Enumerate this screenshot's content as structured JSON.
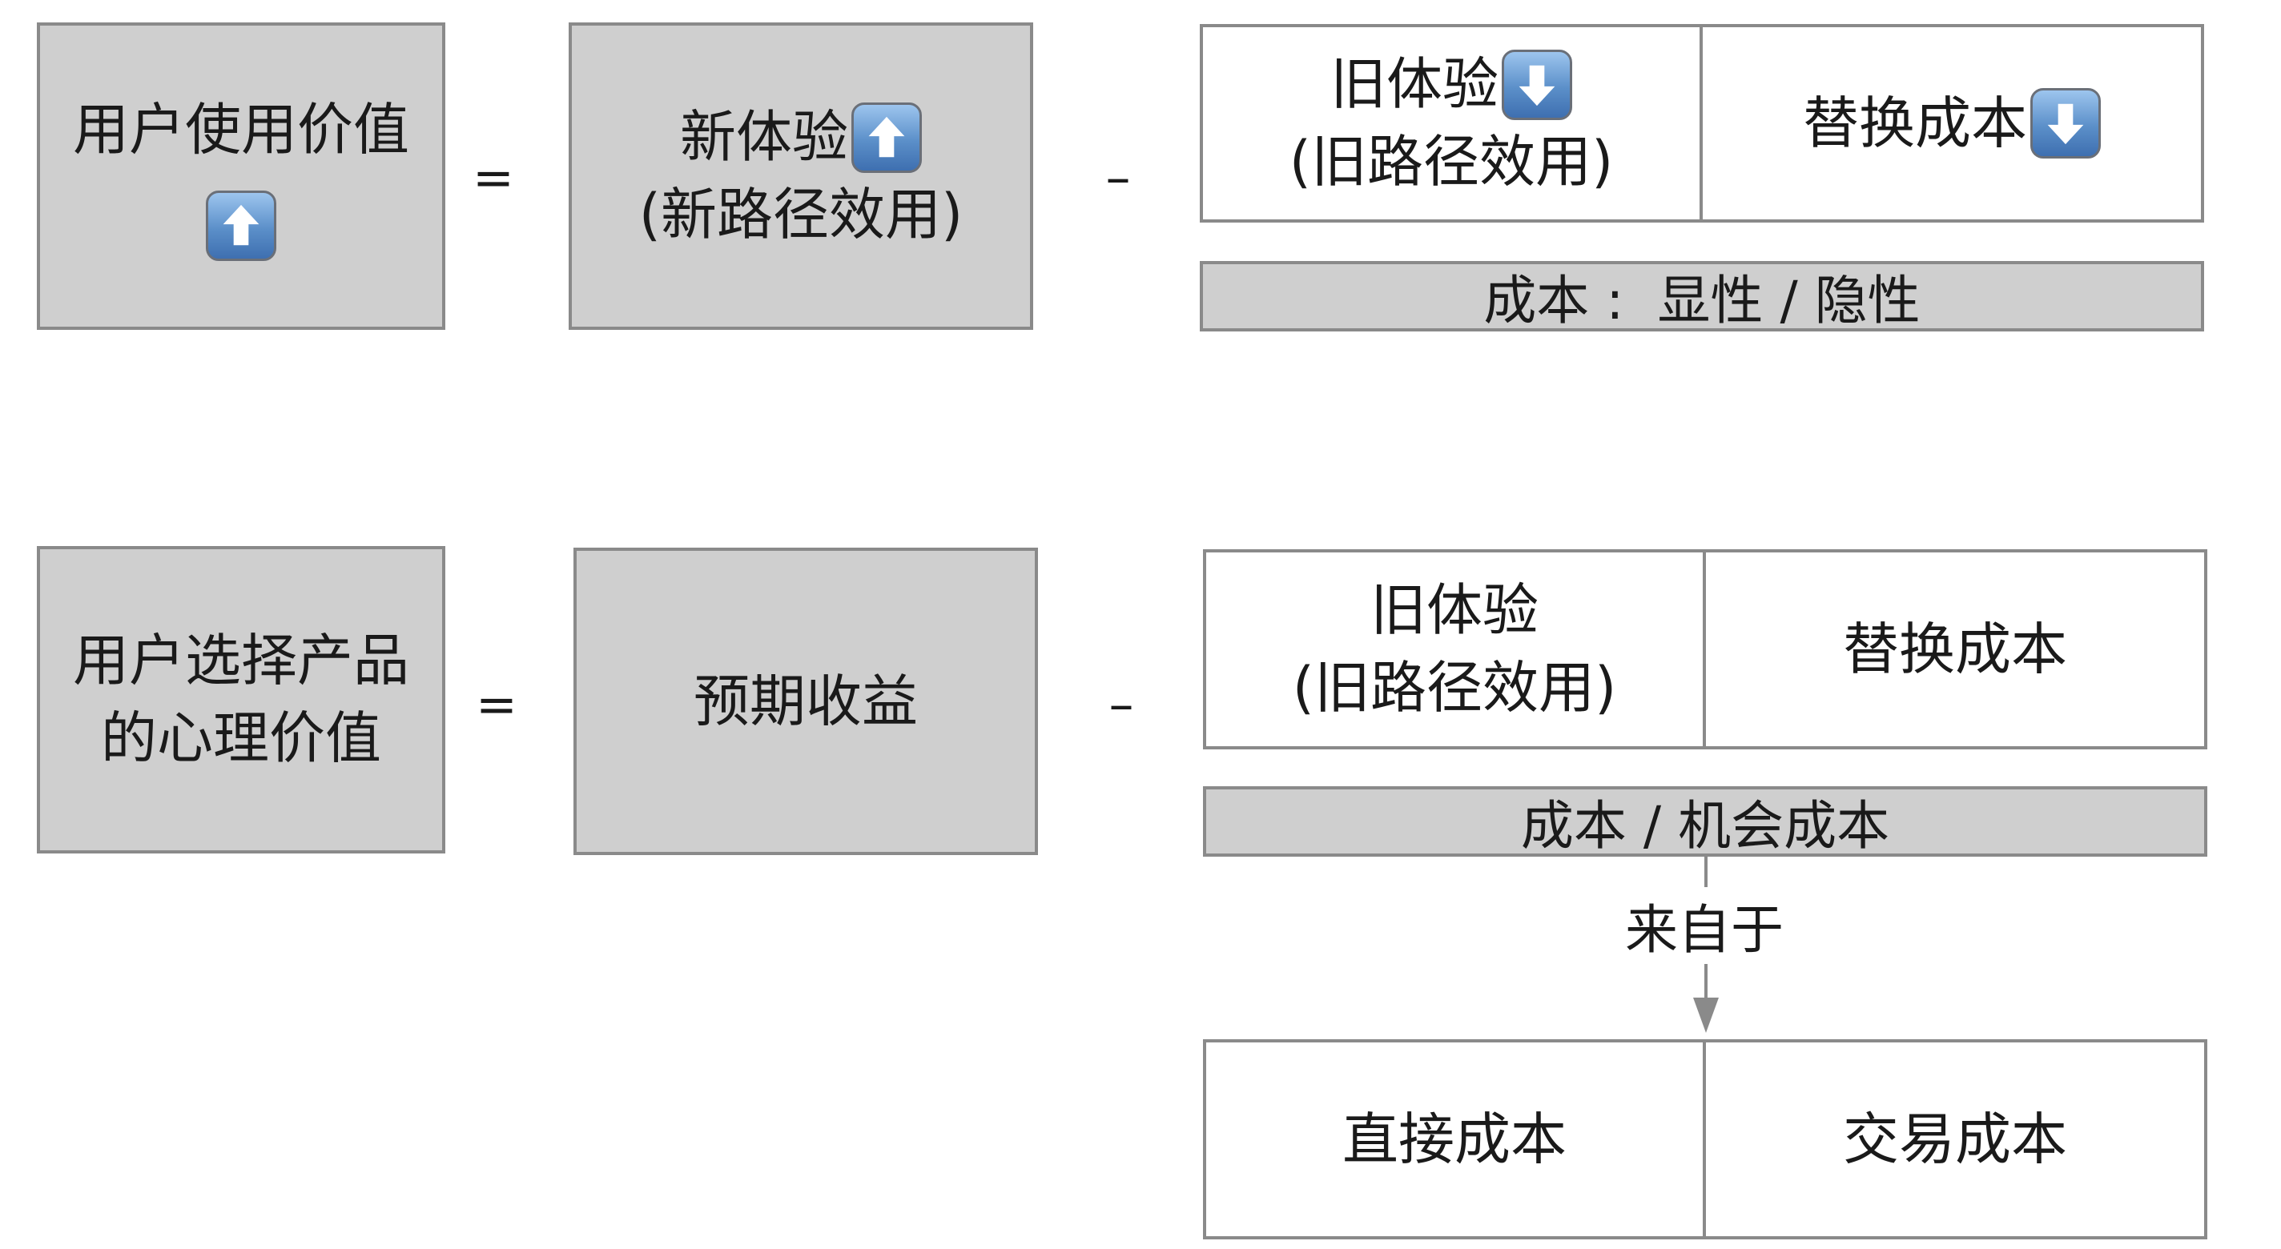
{
  "row1": {
    "left": {
      "line1": "用户使用价值"
    },
    "equals": "=",
    "middle": {
      "line1": "新体验",
      "line2": "(新路径效用)"
    },
    "minus": "–",
    "right_a": {
      "line1": "旧体验",
      "line2": "(旧路径效用)"
    },
    "right_b": {
      "line1": "替换成本"
    },
    "bar": "成本 :  显性 / 隐性",
    "icons": {
      "up": "up-arrow-icon",
      "down": "down-arrow-icon"
    }
  },
  "row2": {
    "left": {
      "line1": "用户选择产品",
      "line2": "的心理价值"
    },
    "equals": "=",
    "middle": {
      "line1": "预期收益"
    },
    "minus": "–",
    "right_a": {
      "line1": "旧体验",
      "line2": "(旧路径效用)"
    },
    "right_b": {
      "line1": "替换成本"
    },
    "bar": "成本 / 机会成本",
    "arrow_label": "来自于",
    "bottom_a": "直接成本",
    "bottom_b": "交易成本"
  },
  "colors": {
    "box_fill": "#cfcfcf",
    "border": "#8a8a8a",
    "emoji_blue": "#5b8fc9"
  }
}
